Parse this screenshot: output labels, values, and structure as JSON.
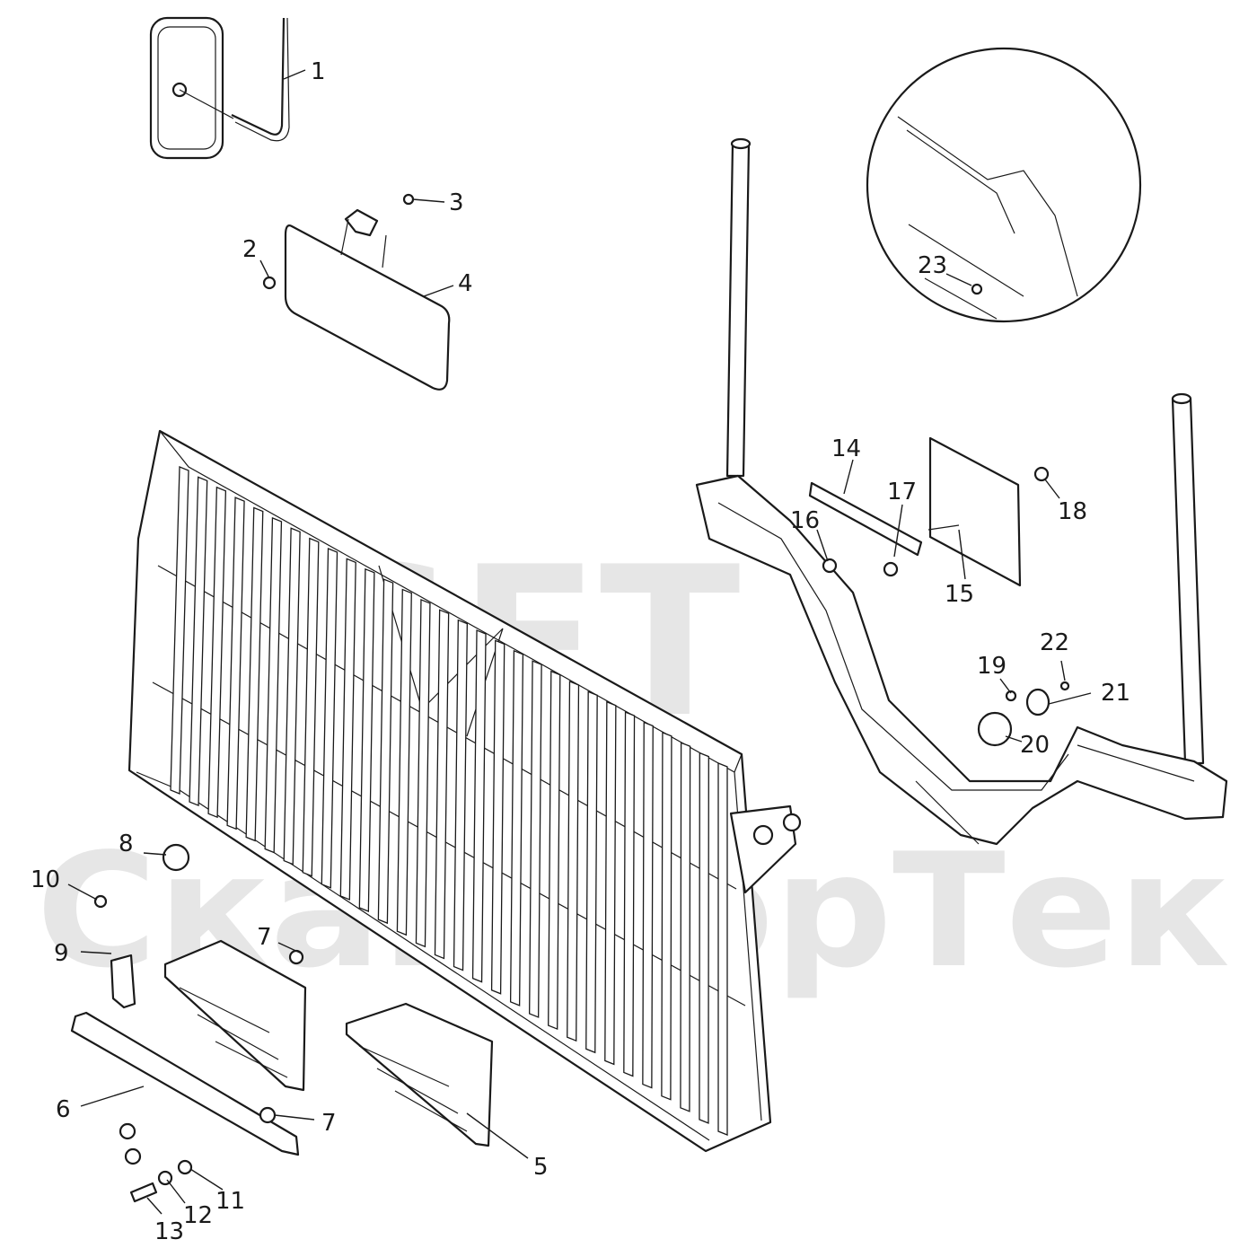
{
  "watermark": {
    "brand": "SFT",
    "name": "СканФорТек"
  },
  "callouts": [
    {
      "id": "1",
      "text": "1"
    },
    {
      "id": "2",
      "text": "2"
    },
    {
      "id": "3",
      "text": "3"
    },
    {
      "id": "4",
      "text": "4"
    },
    {
      "id": "5",
      "text": "5"
    },
    {
      "id": "6",
      "text": "6"
    },
    {
      "id": "7a",
      "text": "7"
    },
    {
      "id": "7b",
      "text": "7"
    },
    {
      "id": "8",
      "text": "8"
    },
    {
      "id": "9",
      "text": "9"
    },
    {
      "id": "10",
      "text": "10"
    },
    {
      "id": "11",
      "text": "11"
    },
    {
      "id": "12",
      "text": "12"
    },
    {
      "id": "13",
      "text": "13"
    },
    {
      "id": "14",
      "text": "14"
    },
    {
      "id": "15",
      "text": "15"
    },
    {
      "id": "16",
      "text": "16"
    },
    {
      "id": "17",
      "text": "17"
    },
    {
      "id": "18",
      "text": "18"
    },
    {
      "id": "19",
      "text": "19"
    },
    {
      "id": "20",
      "text": "20"
    },
    {
      "id": "21",
      "text": "21"
    },
    {
      "id": "22",
      "text": "22"
    },
    {
      "id": "23",
      "text": "23"
    }
  ],
  "colors": {
    "line": "#1a1a1a",
    "watermark": "#e6e6e6",
    "background": "#ffffff"
  }
}
